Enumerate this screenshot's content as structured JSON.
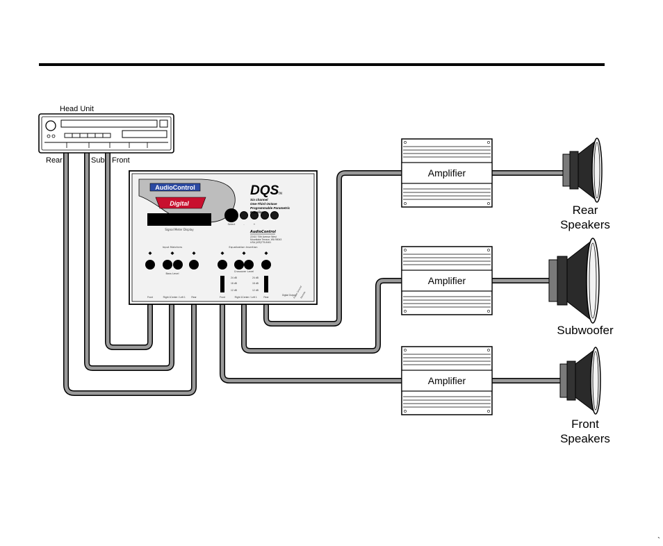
{
  "head_unit": {
    "title": "Head Unit",
    "outputs": {
      "rear": "Rear",
      "sub": "Sub",
      "front": "Front"
    }
  },
  "processor": {
    "brand": "AudioControl",
    "badge": "Digital",
    "model": "DQS",
    "tm": "TM",
    "description": [
      "Six channel",
      "One-Third Octave",
      "Programmable Parametric",
      "Equalizer"
    ],
    "display_label": "Signal Meter Display",
    "maker_name": "AudioControl",
    "maker_address": [
      "22410 70th Avenue West",
      "Mountlake Terrace, WA 98043",
      "USA (425)775-8461"
    ],
    "buttons": [
      "Select",
      "-",
      "+"
    ],
    "input_section_label": "Input Matchers",
    "input_sub_label": "Bass Level",
    "eq_section_label": "Equalization Insertion",
    "eq_sub_label": "Crossover Level",
    "crossover_labels": [
      "24 dB",
      "18 dB",
      "12 dB"
    ],
    "input_jacks": [
      "Front",
      "Right 1",
      "Center / Left 1",
      "Rear"
    ],
    "output_jacks": [
      "Front",
      "Right 1",
      "Center / Left 1",
      "Rear"
    ],
    "extra_labels": [
      "Digital Output",
      "Power Ground",
      "Remote"
    ]
  },
  "amplifiers": [
    {
      "label": "Amplifier"
    },
    {
      "label": "Amplifier"
    },
    {
      "label": "Amplifier"
    }
  ],
  "speakers": [
    {
      "label_lines": [
        "Rear",
        "Speakers"
      ]
    },
    {
      "label_lines": [
        "Subwoofer"
      ]
    },
    {
      "label_lines": [
        "Front",
        "Speakers"
      ]
    }
  ],
  "colors": {
    "line": "#000000",
    "cable": "#9a9a9a",
    "panel": "#f2f2f2",
    "brand_blue": "#2b4aa3",
    "badge_red": "#c8102e"
  },
  "corner_mark": "`"
}
